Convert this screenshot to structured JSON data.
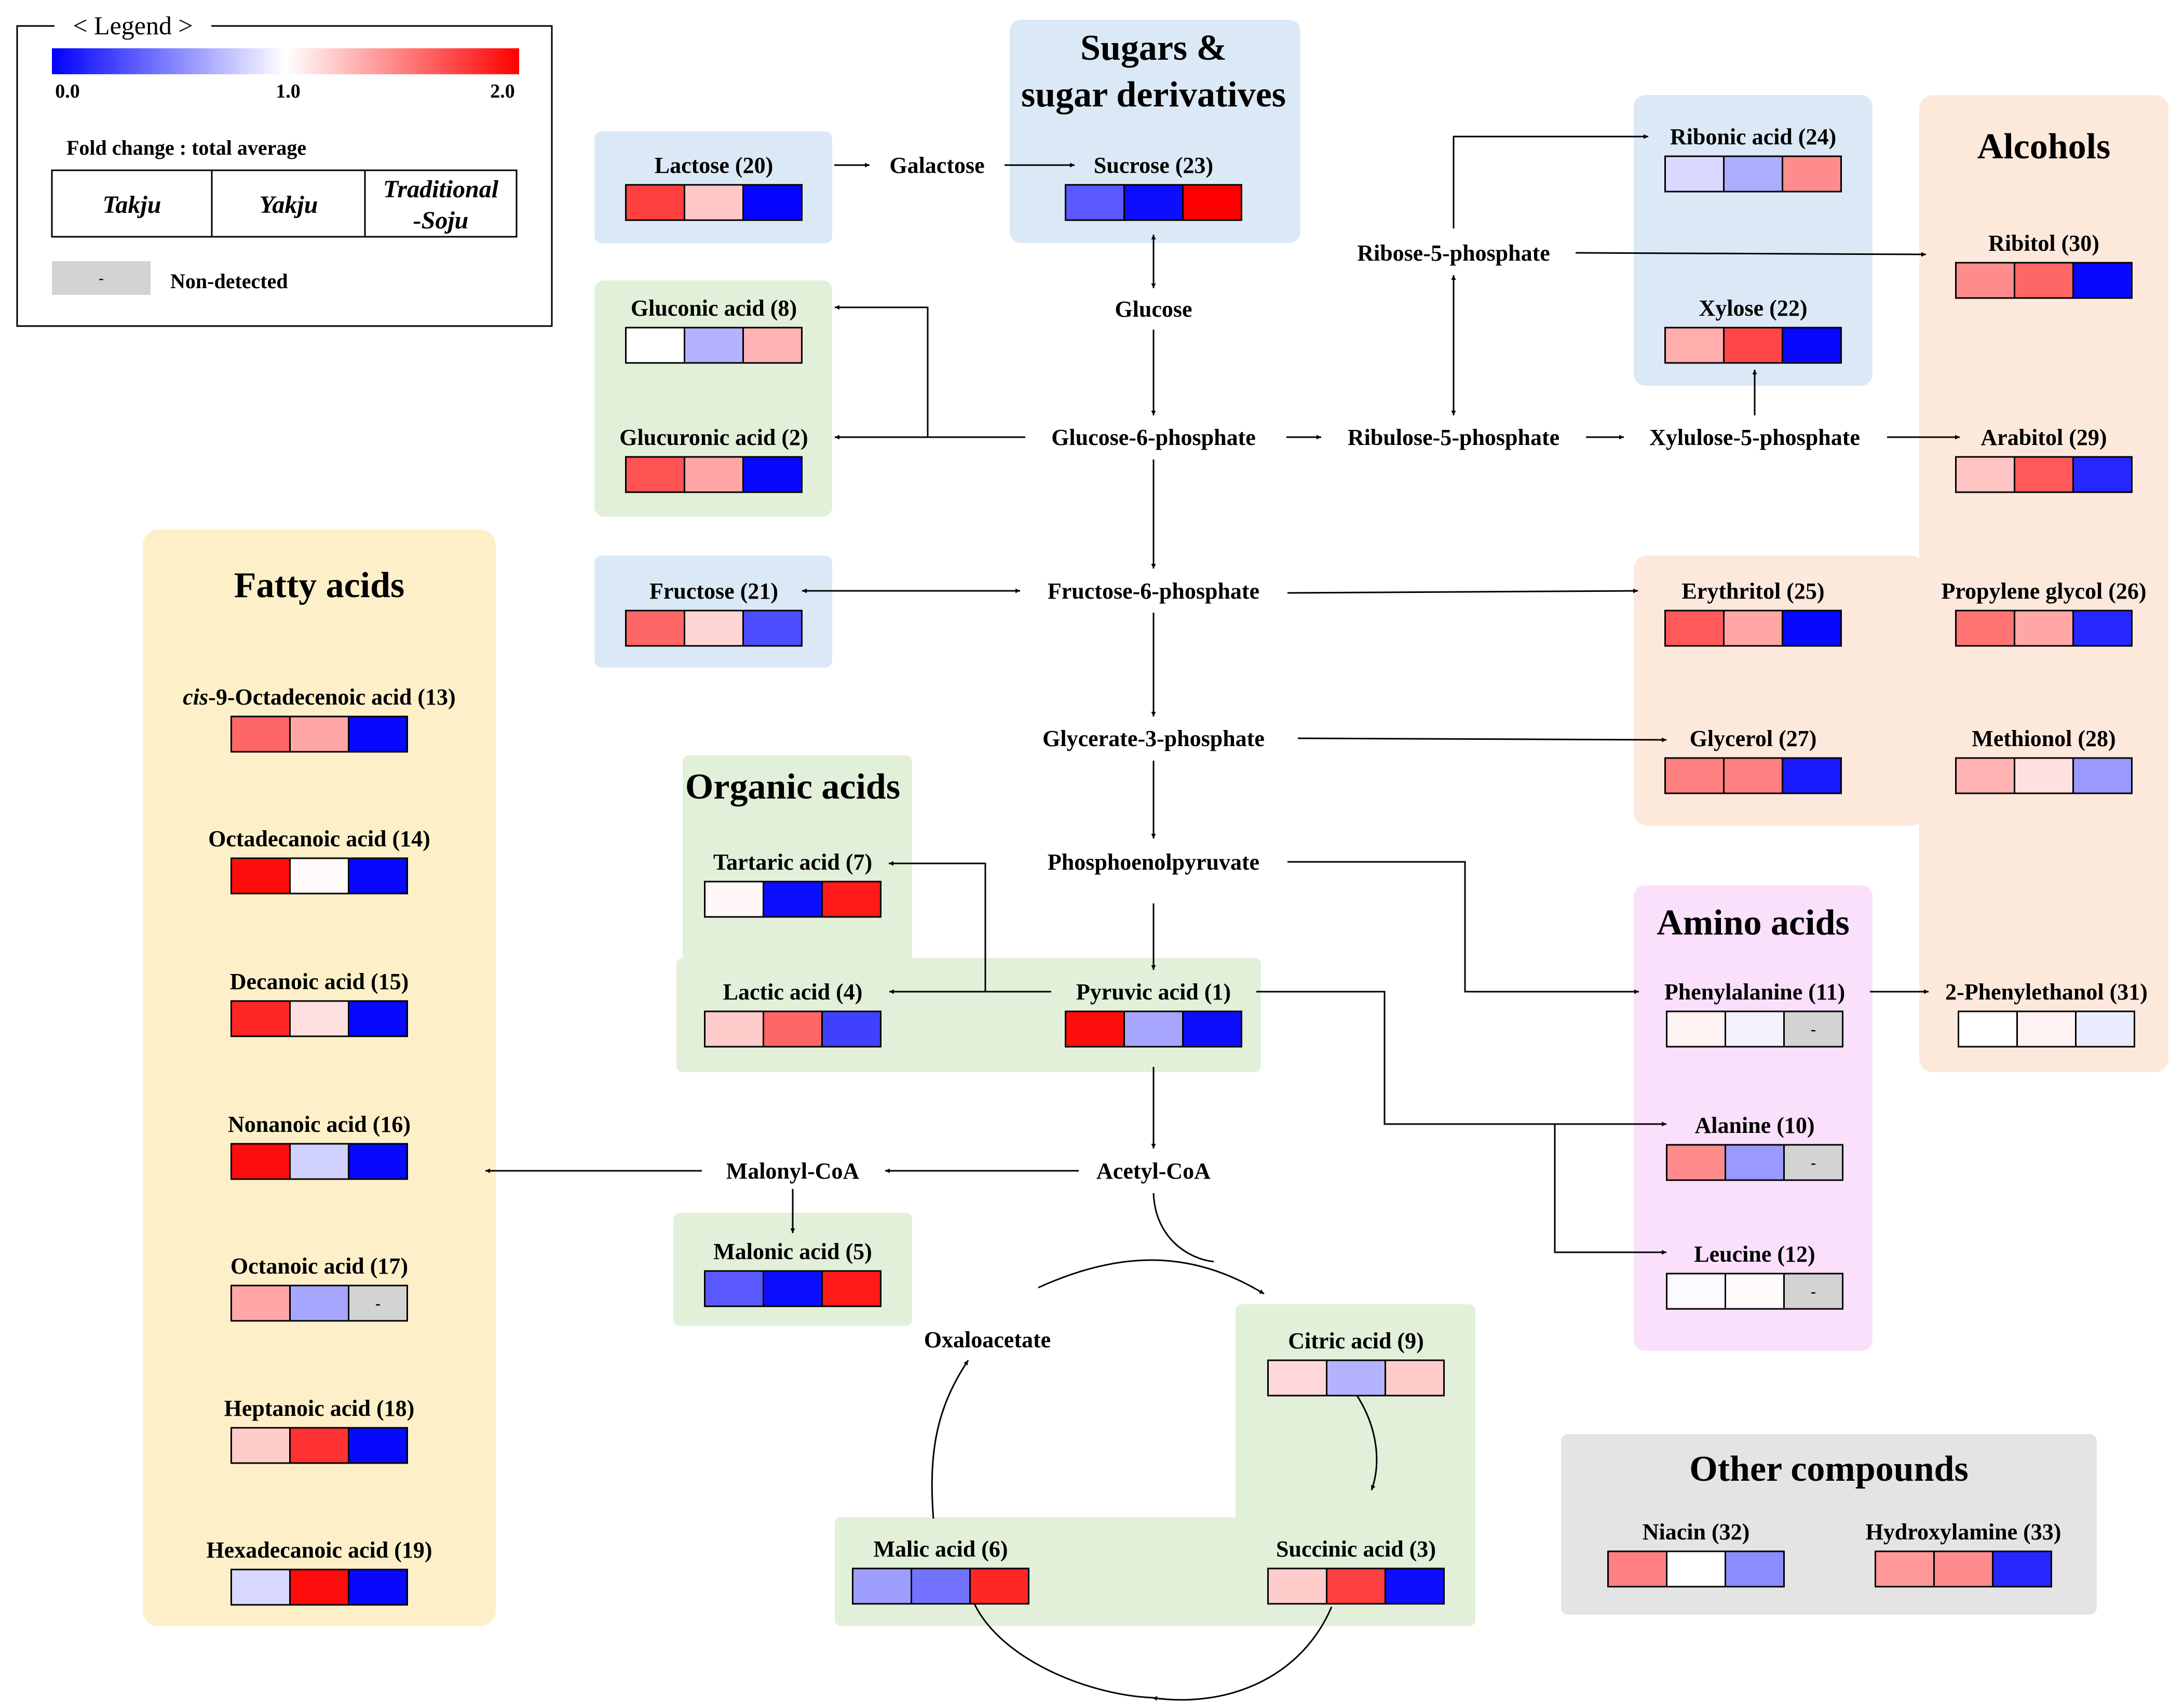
{
  "legend": {
    "title": "< Legend >",
    "ticks": [
      "0.0",
      "1.0",
      "2.0"
    ],
    "fold_change_label": "Fold change : total average",
    "columns": [
      "Takju",
      "Yakju",
      "Traditional",
      "-Soju"
    ],
    "non_detected_label": "Non-detected",
    "non_detected_symbol": "-"
  },
  "groups": {
    "sugars": "Sugars &",
    "sugars2": "sugar derivatives",
    "alcohols": "Alcohols",
    "fatty": "Fatty acids",
    "organic": "Organic acids",
    "amino": "Amino acids",
    "other": "Other compounds"
  },
  "intermediates": {
    "galactose": "Galactose",
    "glucose": "Glucose",
    "g6p": "Glucose-6-phosphate",
    "f6p": "Fructose-6-phosphate",
    "g3p": "Glycerate-3-phosphate",
    "pep": "Phosphoenolpyruvate",
    "acetylcoa": "Acetyl-CoA",
    "malonylcoa": "Malonyl-CoA",
    "oxaloacetate": "Oxaloacetate",
    "r5p": "Ribose-5-phosphate",
    "ru5p": "Ribulose-5-phosphate",
    "x5p": "Xylulose-5-phosphate"
  },
  "compounds": {
    "lactose": {
      "label": "Lactose (20)",
      "values": [
        1.75,
        1.22,
        0.02
      ]
    },
    "sucrose": {
      "label": "Sucrose (23)",
      "values": [
        0.35,
        0.05,
        2.0
      ]
    },
    "gluconic": {
      "label": "Gluconic acid (8)",
      "values": [
        1.0,
        0.7,
        1.3
      ]
    },
    "glucuronic": {
      "label": "Glucuronic acid (2)",
      "values": [
        1.68,
        1.35,
        0.03
      ]
    },
    "fructose": {
      "label": "Fructose (21)",
      "values": [
        1.6,
        1.17,
        0.3
      ]
    },
    "ribonic": {
      "label": "Ribonic acid (24)",
      "values": [
        0.85,
        0.68,
        1.45
      ]
    },
    "xylose": {
      "label": "Xylose (22)",
      "values": [
        1.32,
        1.72,
        0.03
      ]
    },
    "ribitol": {
      "label": "Ribitol (30)",
      "values": [
        1.45,
        1.6,
        0.03
      ]
    },
    "arabitol": {
      "label": "Arabitol (29)",
      "values": [
        1.23,
        1.65,
        0.15
      ]
    },
    "erythritol": {
      "label": "Erythritol (25)",
      "values": [
        1.65,
        1.35,
        0.03
      ]
    },
    "propylene": {
      "label": "Propylene glycol (26)",
      "values": [
        1.55,
        1.35,
        0.15
      ]
    },
    "glycerol": {
      "label": "Glycerol (27)",
      "values": [
        1.5,
        1.5,
        0.1
      ]
    },
    "methionol": {
      "label": "Methionol (28)",
      "values": [
        1.3,
        1.12,
        0.6
      ]
    },
    "tartaric": {
      "label": "Tartaric acid (7)",
      "values": [
        1.03,
        0.05,
        1.9
      ]
    },
    "lactic": {
      "label": "Lactic acid (4)",
      "values": [
        1.2,
        1.6,
        0.25
      ]
    },
    "pyruvic": {
      "label": "Pyruvic acid (1)",
      "values": [
        1.95,
        0.65,
        0.05
      ]
    },
    "malonic": {
      "label": "Malonic acid (5)",
      "values": [
        0.35,
        0.05,
        1.9
      ]
    },
    "citric": {
      "label": "Citric acid (9)",
      "values": [
        1.15,
        0.7,
        1.2
      ]
    },
    "malic": {
      "label": "Malic acid (6)",
      "values": [
        0.62,
        0.45,
        1.85
      ]
    },
    "succinic": {
      "label": "Succinic acid (3)",
      "values": [
        1.2,
        1.75,
        0.05
      ]
    },
    "phenylalanine": {
      "label": "Phenylalanine (11)",
      "values": [
        1.05,
        0.95,
        null
      ]
    },
    "phenylethanol": {
      "label": "2-Phenylethanol (31)",
      "values": [
        1.0,
        1.05,
        0.92
      ]
    },
    "alanine": {
      "label": "Alanine (10)",
      "values": [
        1.45,
        0.6,
        null
      ]
    },
    "leucine": {
      "label": "Leucine (12)",
      "values": [
        0.98,
        1.02,
        null
      ]
    },
    "niacin": {
      "label": "Niacin (32)",
      "values": [
        1.5,
        1.0,
        0.55
      ]
    },
    "hydroxylamine": {
      "label": "Hydroxylamine (33)",
      "values": [
        1.4,
        1.45,
        0.15
      ]
    },
    "cis9": {
      "prefix": "cis",
      "label": "-9-Octadecenoic acid (13)",
      "values": [
        1.6,
        1.35,
        0.03
      ]
    },
    "octadecanoic": {
      "label": "Octadecanoic acid (14)",
      "values": [
        1.95,
        1.02,
        0.03
      ]
    },
    "decanoic": {
      "label": "Decanoic acid (15)",
      "values": [
        1.85,
        1.12,
        0.03
      ]
    },
    "nonanoic": {
      "label": "Nonanoic acid (16)",
      "values": [
        1.95,
        0.82,
        0.03
      ]
    },
    "octanoic": {
      "label": "Octanoic acid (17)",
      "values": [
        1.35,
        0.65,
        null
      ]
    },
    "heptanoic": {
      "label": "Heptanoic acid (18)",
      "values": [
        1.2,
        1.8,
        0.03
      ]
    },
    "hexadecanoic": {
      "label": "Hexadecanoic acid (19)",
      "values": [
        0.85,
        1.95,
        0.03
      ]
    }
  },
  "colors": {
    "low": "#0000ff",
    "mid": "#ffffff",
    "high": "#ff0000",
    "non_detected": "#d3d3d3",
    "sugar_bg": "#dbe9f6",
    "alcohol_bg": "#fde9dc",
    "fatty_bg": "#fdf0c9",
    "organic_bg": "#e2f0d9",
    "amino_bg": "#fbe0fb",
    "other_bg": "#e4e4e4"
  }
}
